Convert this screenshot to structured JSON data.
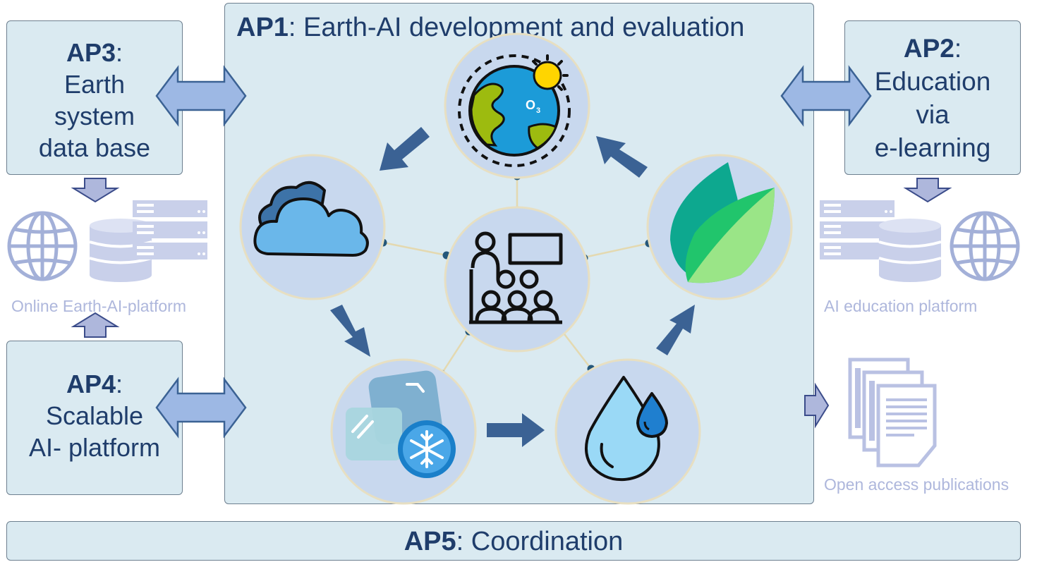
{
  "ap1": {
    "code": "AP1",
    "title": ": Earth-AI development and evaluation"
  },
  "ap2": {
    "code": "AP2",
    "suffix": ":",
    "lines": [
      "Education",
      "via",
      "e-learning"
    ]
  },
  "ap3": {
    "code": "AP3",
    "suffix": ":",
    "lines": [
      "Earth",
      "system",
      "data base"
    ]
  },
  "ap4": {
    "code": "AP4",
    "suffix": ":",
    "lines": [
      "Scalable",
      "AI- platform"
    ]
  },
  "ap5": {
    "code": "AP5",
    "title": ": Coordination"
  },
  "labels": {
    "online_platform": "Online Earth-AI-platform",
    "education_platform": "AI education platform",
    "open_access": "Open access publications"
  },
  "icons": {
    "center": "team-presentation-icon",
    "top": "earth-ozone-sun-icon",
    "left": "cloud-icon",
    "bottom_left": "ice-snowflake-icon",
    "bottom_right": "water-drop-icon",
    "right": "leaf-icon"
  },
  "colors": {
    "box_fill": "#daeaf1",
    "box_border": "#6d7f8f",
    "text_dark": "#1f3d6b",
    "arrow_dark": "#3b6294",
    "arrow_light": "#9db8e4",
    "circle_fill": "#c8d8ee",
    "muted": "#aeb7dc"
  }
}
